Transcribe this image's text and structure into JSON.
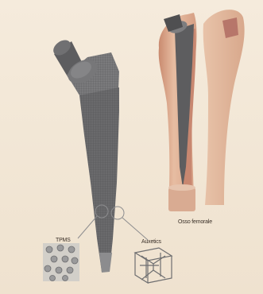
{
  "labels": {
    "bone": "Osso femorale",
    "tpms": "TPMS",
    "auxetic": "Auxetics"
  },
  "colors": {
    "background": "#f2e7d6",
    "stem": "#6b6b6d",
    "stem_dark": "#4a4a4c",
    "bone": "#e2b59a",
    "bone_cut": "#c98872",
    "lattice": "#8f8f90"
  }
}
